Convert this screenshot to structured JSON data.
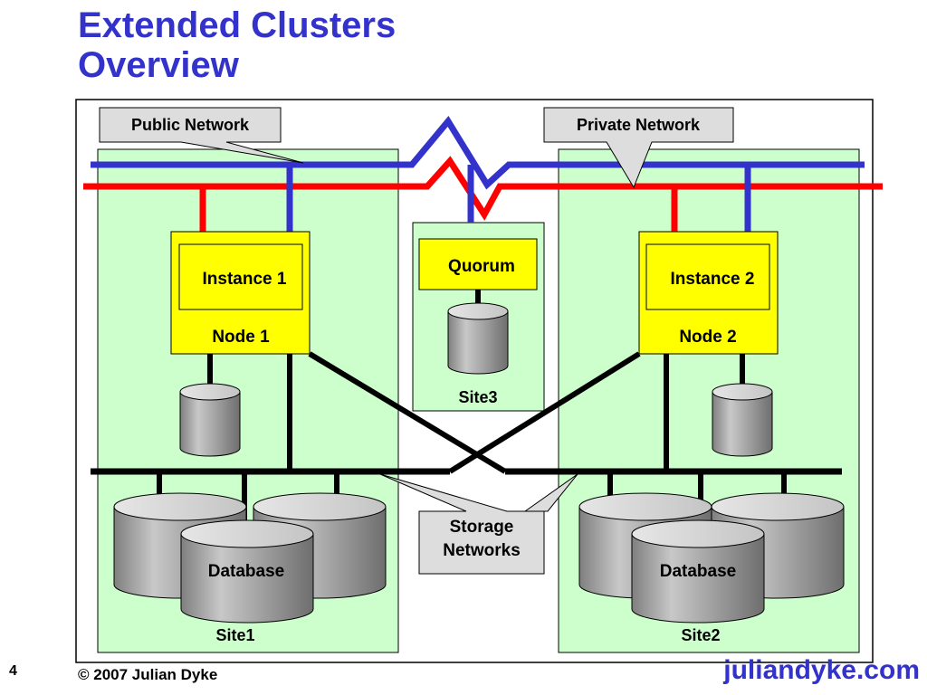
{
  "title": {
    "line1": "Extended Clusters",
    "line2": "Overview"
  },
  "callouts": {
    "public_network": "Public Network",
    "private_network": "Private Network",
    "storage_networks_line1": "Storage",
    "storage_networks_line2": "Networks"
  },
  "site1": {
    "label": "Site1",
    "instance": "Instance 1",
    "node": "Node 1",
    "database": "Database"
  },
  "site2": {
    "label": "Site2",
    "instance": "Instance 2",
    "node": "Node 2",
    "database": "Database"
  },
  "site3": {
    "label": "Site3",
    "quorum": "Quorum"
  },
  "footer": {
    "slide_number": "4",
    "copyright": "© 2007 Julian Dyke",
    "brand": "juliandyke.com"
  },
  "colors": {
    "title": "#3333cc",
    "public_network": "#3333cc",
    "private_network": "#ff0000",
    "site_background": "#ccffcc",
    "node_fill": "#ffff00",
    "callout_fill": "#dddddd",
    "disk_fill": "#a6a6a6"
  }
}
